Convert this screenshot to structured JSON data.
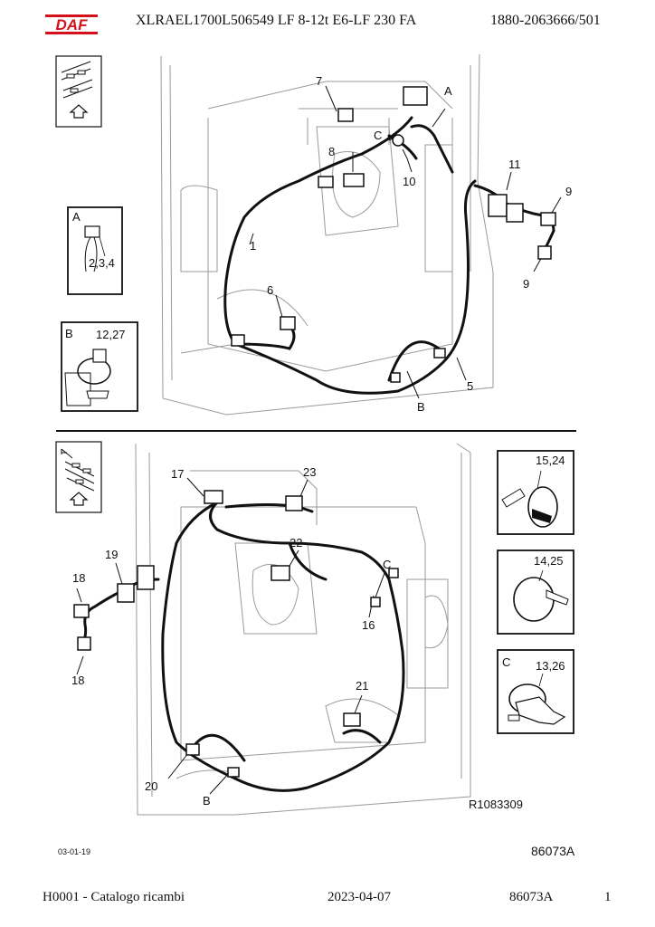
{
  "header": {
    "logo_text": "DAF",
    "vehicle": "XLRAEL1700L506549   LF  8-12t  E6-LF 230 FA",
    "part_ref": "1880-2063666/501"
  },
  "colors": {
    "brand_red": "#d4111a",
    "line": "#111111",
    "faint": "#9a9a9a"
  },
  "diagram_top": {
    "callouts": [
      "1",
      "5",
      "6",
      "7",
      "8",
      "9",
      "9",
      "10",
      "11",
      "A",
      "B",
      "C"
    ],
    "inset_a": {
      "letter": "A",
      "label": "2,3,4"
    },
    "inset_b": {
      "letter": "B",
      "label": "12,27"
    }
  },
  "diagram_bottom": {
    "callouts": [
      "16",
      "17",
      "18",
      "18",
      "19",
      "20",
      "21",
      "22",
      "23",
      "B",
      "C"
    ],
    "inset_1": {
      "label": "15,24"
    },
    "inset_2": {
      "label": "14,25"
    },
    "inset_3": {
      "letter": "C",
      "label": "13,26"
    },
    "drawing_ref": "R1083309"
  },
  "sheet": {
    "date": "03-01-19",
    "code": "86073A"
  },
  "footer": {
    "catalog": "H0001 - Catalogo ricambi",
    "date": "2023-04-07",
    "code": "86073A",
    "page": "1"
  }
}
